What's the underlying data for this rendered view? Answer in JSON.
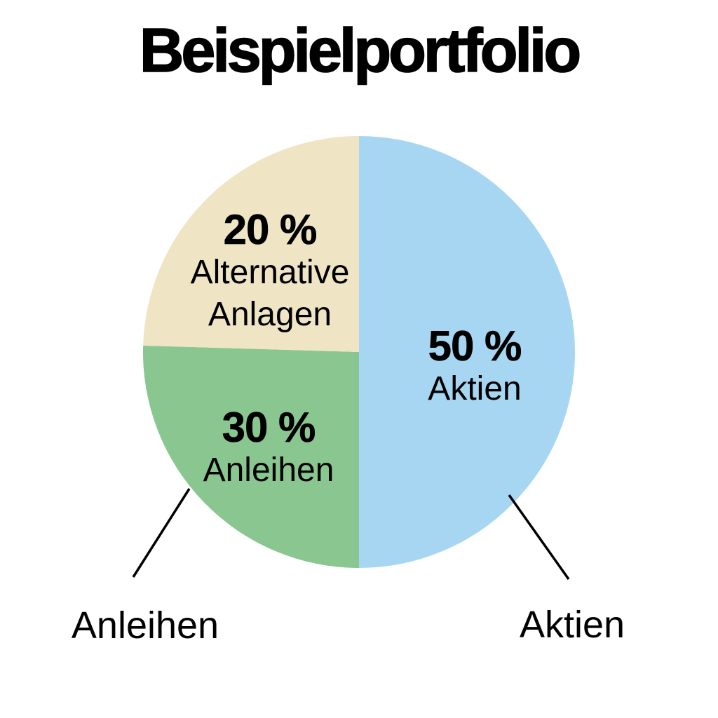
{
  "page": {
    "background": "#ffffff",
    "text_color": "#000000"
  },
  "chart_data": {
    "type": "pie",
    "title": "Beispielportfolio",
    "unit": "%",
    "legend": false,
    "background": "#ffffff",
    "leader_line_color": "#000000",
    "segments": [
      {
        "label": "Aktien",
        "value": 50,
        "percent_label": "50 %",
        "color": "#a6d6f1",
        "drawn_angles": [
          0,
          180
        ]
      },
      {
        "label": "Anleihen",
        "value": 30,
        "percent_label": "30 %",
        "color": "#8ac690",
        "drawn_angles": [
          180,
          271.7
        ]
      },
      {
        "label": "Alternative Anlagen",
        "value": 20,
        "percent_label": "20 %",
        "label_line1": "Alternative",
        "label_line2": "Anlagen",
        "color": "#efe5c5",
        "drawn_angles": [
          271.7,
          360
        ]
      }
    ],
    "callouts": [
      {
        "text": "Anleihen"
      },
      {
        "text": "Aktien"
      }
    ]
  }
}
